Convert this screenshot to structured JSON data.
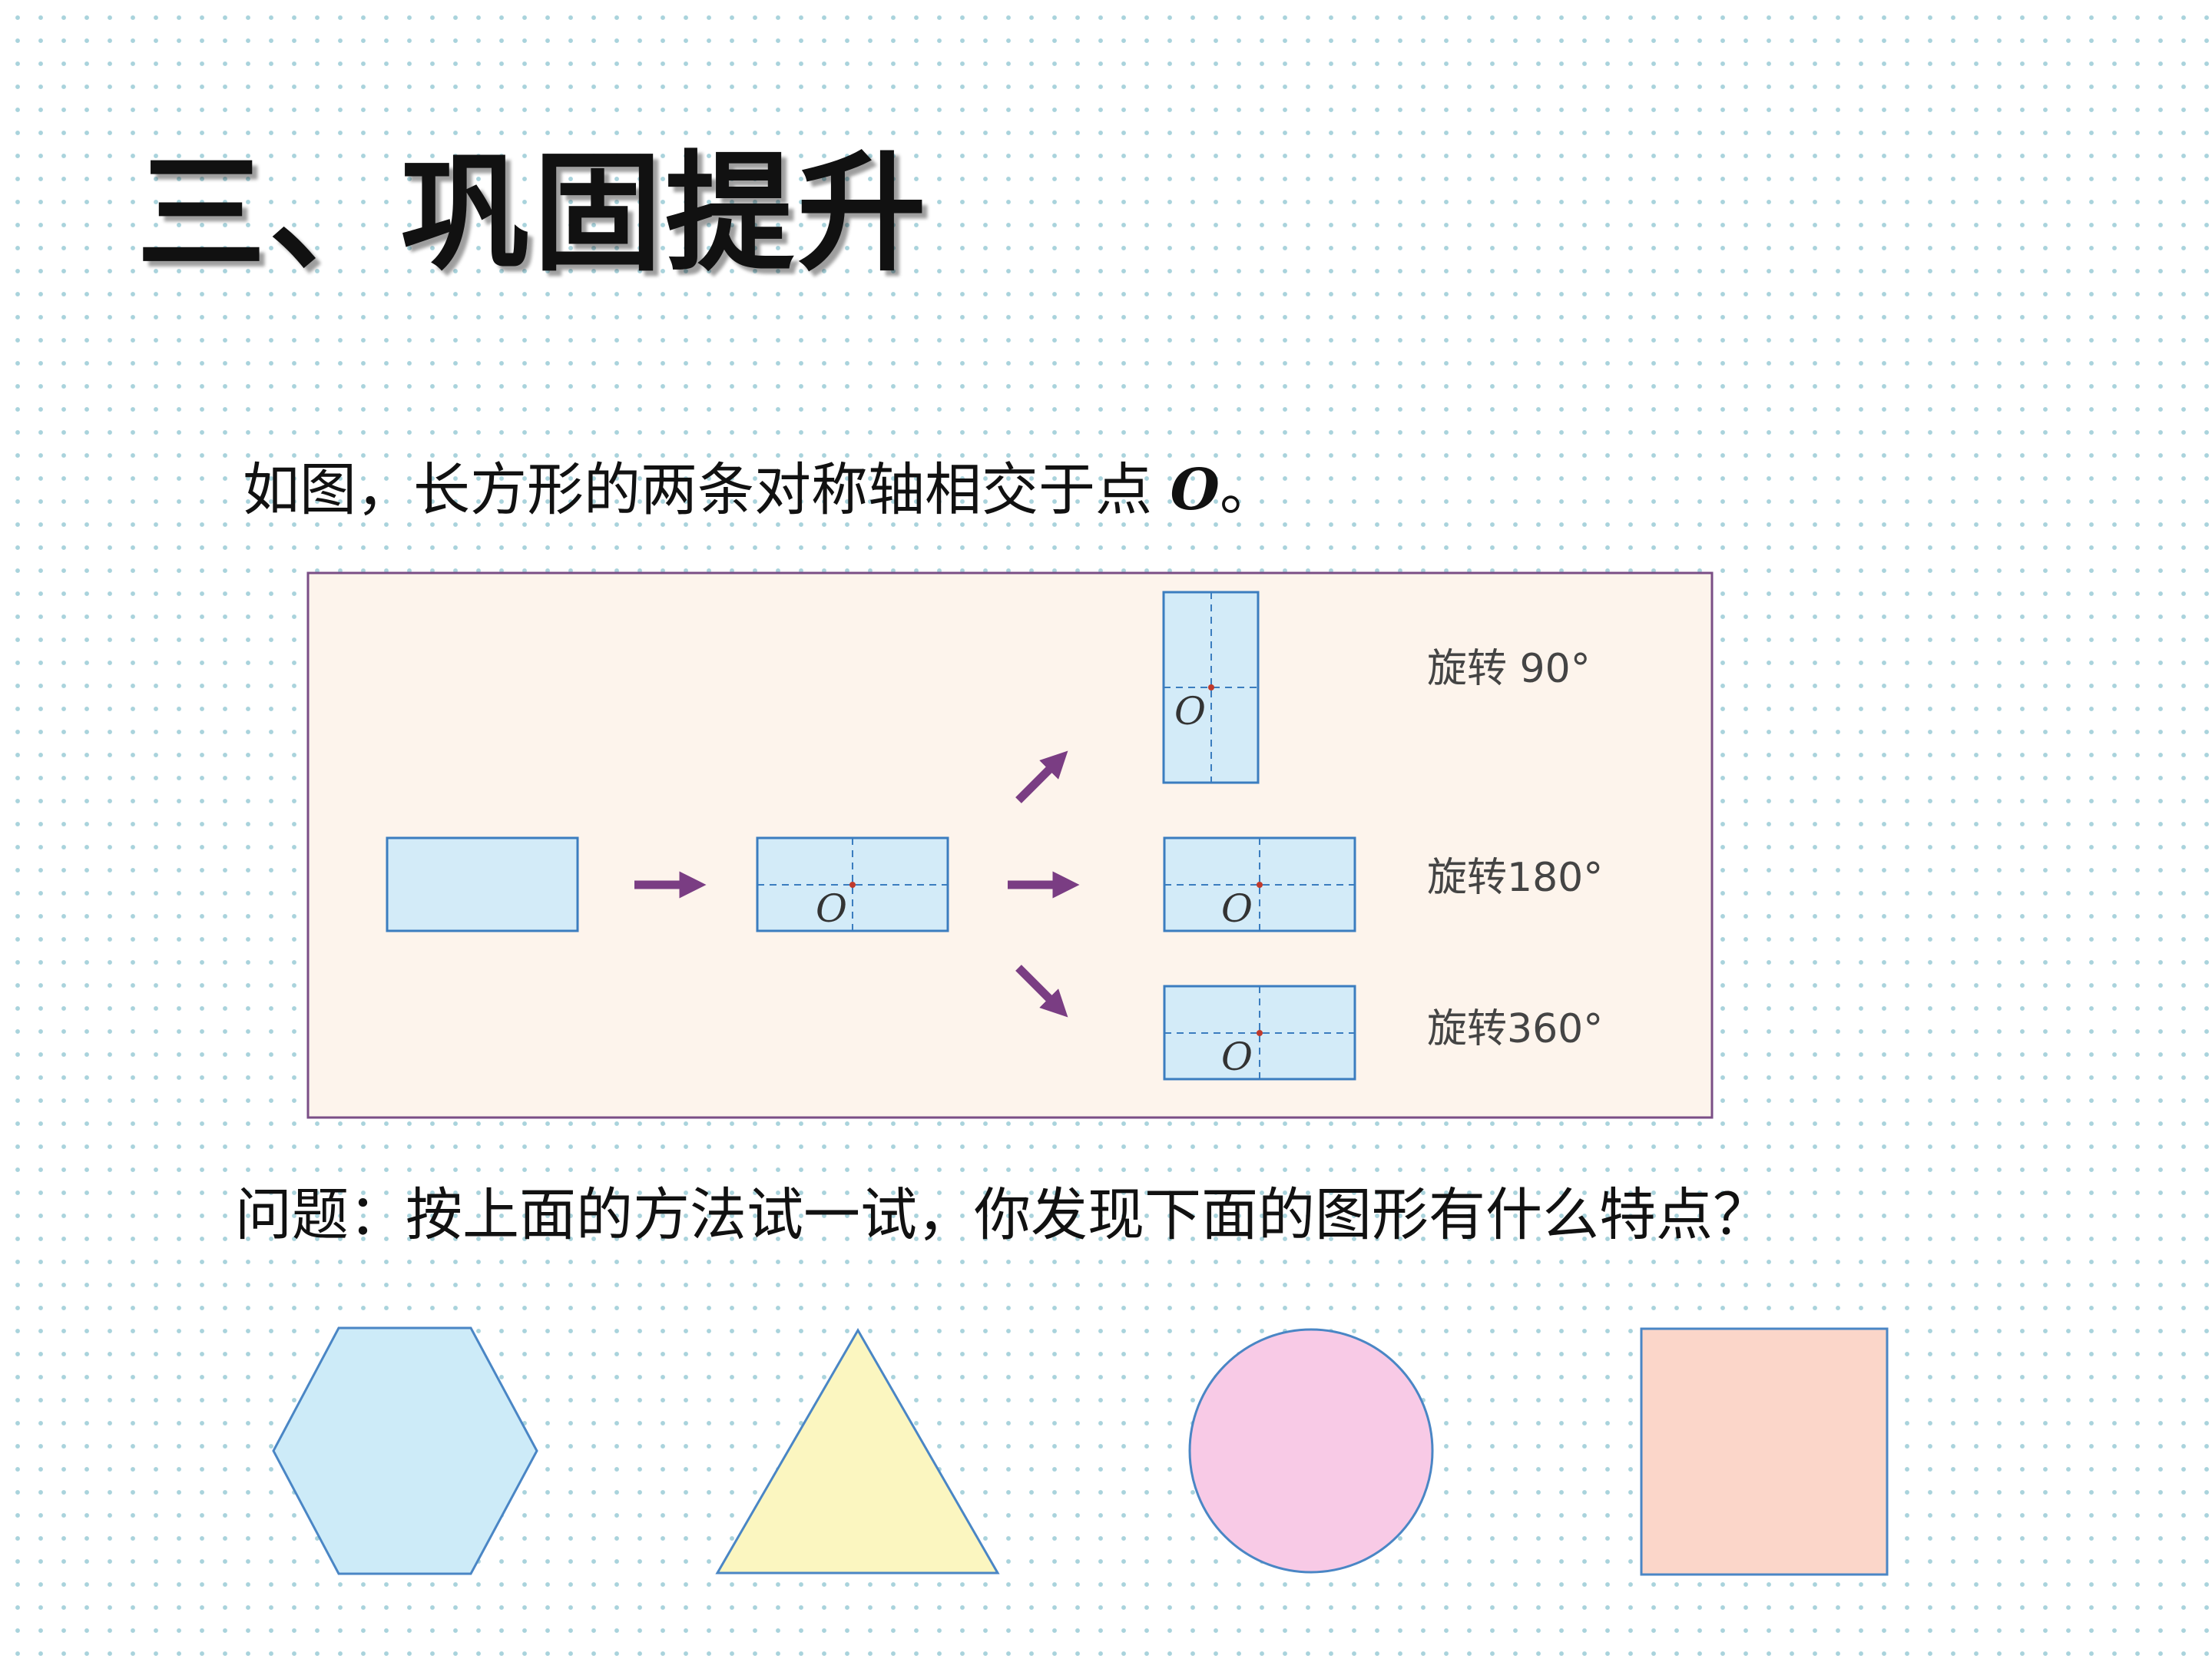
{
  "title": "三、巩固提升",
  "statement": {
    "text": "如图，长方形的两条对称轴相交于点 ",
    "point": "O",
    "end": "。"
  },
  "diagram": {
    "point_label": "O",
    "rotations": [
      "旋转 90°",
      "旋转180°",
      "旋转360°"
    ]
  },
  "question": "问题：按上面的方法试一试，你发现下面的图形有什么特点？",
  "colors": {
    "rect_fill": "#d3ebf8",
    "rect_stroke": "#3b7dbf",
    "panel_bg": "#fdf4ec",
    "panel_border": "#7a4e86",
    "arrow": "#7a3d83",
    "center_dot": "#c0392b",
    "hexagon_fill": "#cdebf8",
    "triangle_fill": "#fbf6c0",
    "circle_fill": "#f8cae6",
    "square_fill": "#fbd6c9",
    "shape_stroke": "#4a86c5"
  },
  "shapes": [
    "hexagon",
    "triangle",
    "circle",
    "square"
  ]
}
